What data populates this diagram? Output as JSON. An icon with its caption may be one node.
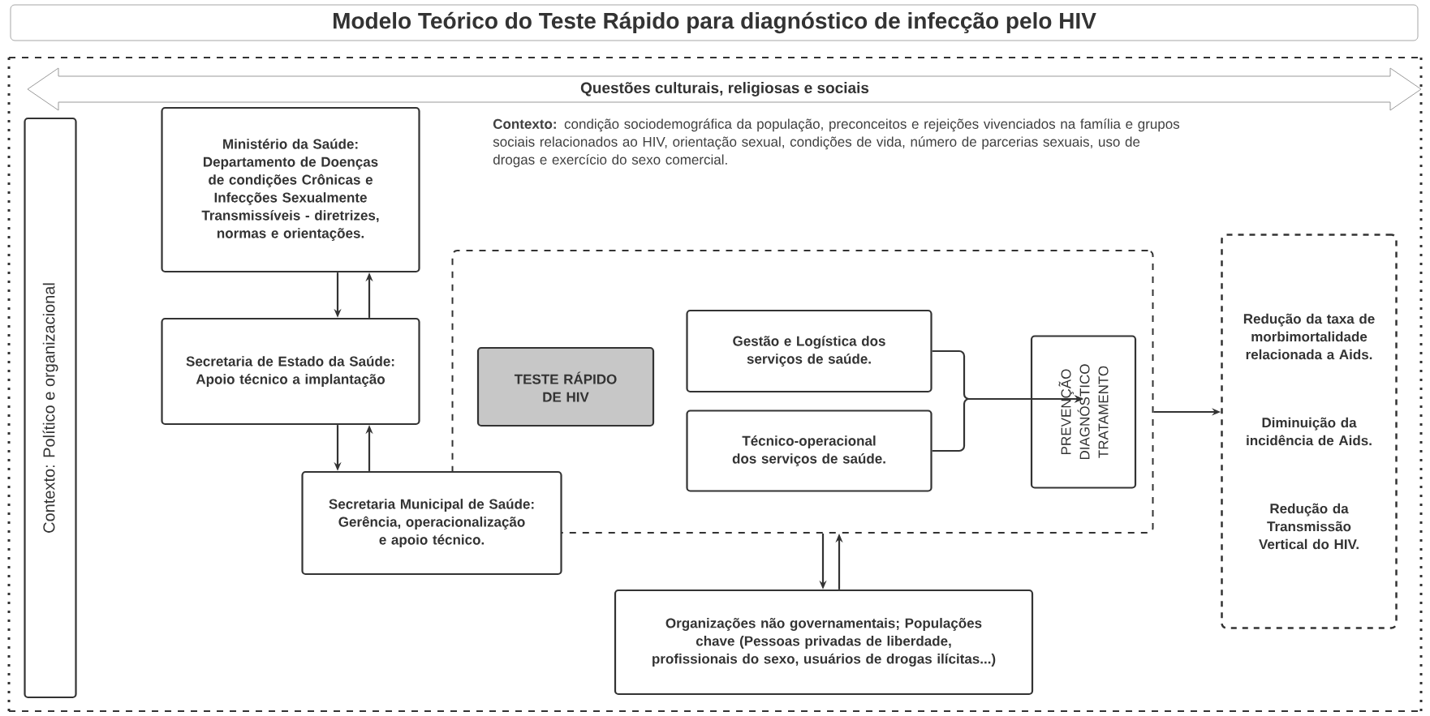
{
  "diagram": {
    "title": "Modelo Teórico do Teste Rápido para diagnóstico de infecção pelo HIV",
    "nodes": [
      {
        "text": [
          "Questões culturais, religiosas e sociais"
        ]
      },
      {
        "text": [
          "Contexto: Político e organizacional"
        ]
      },
      {
        "text": [
          "Ministério da Saúde: Departamento de Doenças de condições Crônicas e Infecções Sexualmente Transmissíveis - diretrizes, normas e orientações."
        ]
      },
      {
        "text": [
          "Secretaria de Estado da Saúde: Apoio técnico a implantação"
        ]
      },
      {
        "text": [
          "Secretaria Municipal de Saúde: Gerência, operacionalização e apoio técnico."
        ]
      },
      {
        "text": [],
        "shape": "box"
      },
      {
        "text": [
          "TESTE RÁPIDO DE HIV"
        ],
        "in": 5
      },
      {
        "text": [
          "Gestão e Logística dos serviços de saúde."
        ],
        "in": 5
      },
      {
        "text": [
          "Técnico-operacional dos serviços de saúde."
        ],
        "in": 5
      },
      {
        "text": [
          "PREVENÇÃO",
          "DIAGNÓSTICO",
          "TRATAMENTO"
        ],
        "in": 5
      },
      {
        "text": [
          "Redução da taxa de morbimortalidade relacionada a Aids.",
          "Diminuição da incidência de Aids.",
          "Redução da Transmissão Vertical do HIV."
        ]
      },
      {
        "text": [
          "Organizações não governamentais; Populações chave (Pessoas privadas de liberdade, profissionais do sexo, usuários de drogas ilícitas...)"
        ]
      }
    ],
    "edges": [
      {
        "from": 2,
        "to": 3,
        "arrow": "to"
      },
      {
        "from": 3,
        "to": 2,
        "arrow": "to"
      },
      {
        "from": 3,
        "to": 4,
        "arrow": "to"
      },
      {
        "from": 4,
        "to": 3,
        "arrow": "to"
      },
      {
        "from": 7,
        "to": 9,
        "arrow": "to"
      },
      {
        "from": 8,
        "to": 9,
        "arrow": "to"
      },
      {
        "from": 5,
        "to": 10,
        "arrow": "to"
      },
      {
        "from": 5,
        "to": 11,
        "arrow": "to"
      },
      {
        "from": 11,
        "to": 5,
        "arrow": "to"
      }
    ],
    "labels": [
      "**Contexto:** condição sociodemográfica da população, preconceitos e rejeições vivenciados na família e grupos sociais relacionados ao HIV, orientação sexual, condições de vida, número de parcerias sexuais, uso de drogas e exercício do sexo comercial."
    ]
  }
}
